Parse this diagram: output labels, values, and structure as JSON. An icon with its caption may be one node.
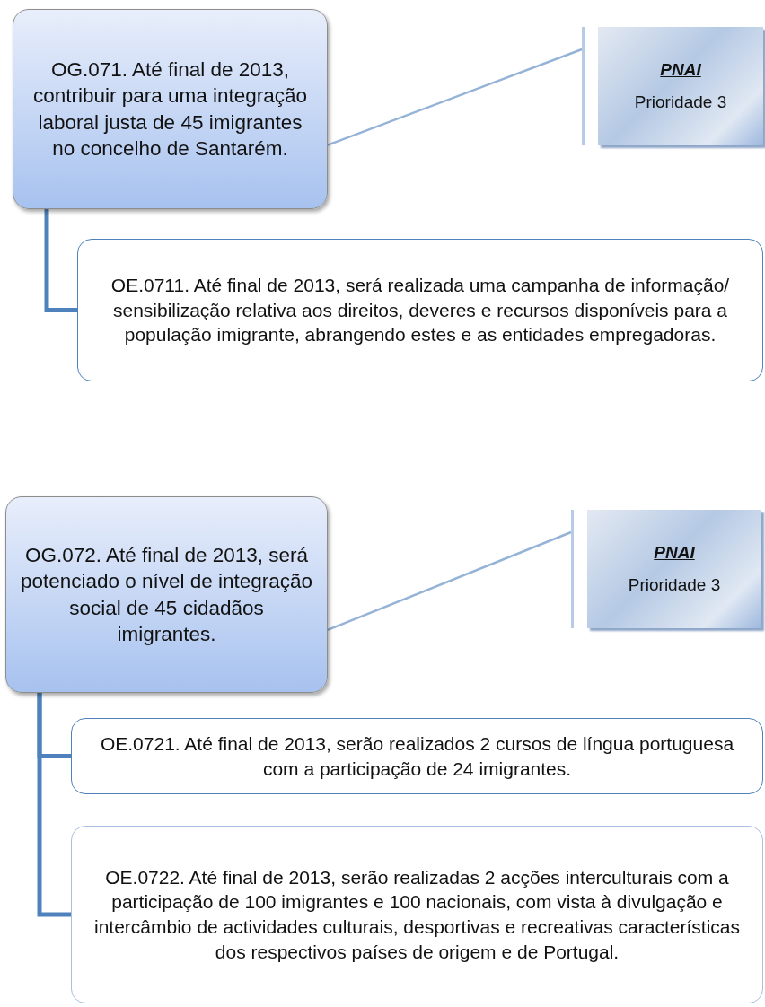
{
  "diagram": {
    "nodes": [
      {
        "text": [
          "OG.071. Até final de 2013, contribuir para uma integração laboral justa de 45 imigrantes no concelho de Santarém."
        ]
      },
      {
        "text": [
          "PNAI",
          "Prioridade 3"
        ]
      },
      {
        "text": [
          "OE.0711. Até final de 2013, será realizada uma campanha de informação/ sensibilização relativa aos direitos, deveres e recursos disponíveis para a população imigrante, abrangendo estes e as entidades empregadoras."
        ]
      },
      {
        "text": [
          "OG.072. Até final de 2013, será potenciado o nível de integração social de 45 cidadãos imigrantes."
        ]
      },
      {
        "text": [
          "PNAI",
          "Prioridade 3"
        ]
      },
      {
        "text": [
          "OE.0721. Até final de 2013, serão realizados 2 cursos de língua portuguesa com a participação de 24 imigrantes."
        ]
      },
      {
        "text": [
          "OE.0722. Até final de 2013, serão realizadas 2 acções interculturais com a participação de 100 imigrantes e 100 nacionais, com vista à divulgação e intercâmbio de actividades culturais, desportivas e recreativas características dos respectivos países de origem e de Portugal."
        ]
      }
    ],
    "edges": [
      {
        "from": 0,
        "to": 1,
        "arrow": "none",
        "color": "#95b3d7"
      },
      {
        "from": 0,
        "to": 2,
        "arrow": "none"
      },
      {
        "from": 3,
        "to": 4,
        "arrow": "none",
        "color": "#95b3d7"
      },
      {
        "from": 3,
        "to": 5,
        "arrow": "none"
      },
      {
        "from": 3,
        "to": 6,
        "arrow": "none"
      }
    ]
  }
}
